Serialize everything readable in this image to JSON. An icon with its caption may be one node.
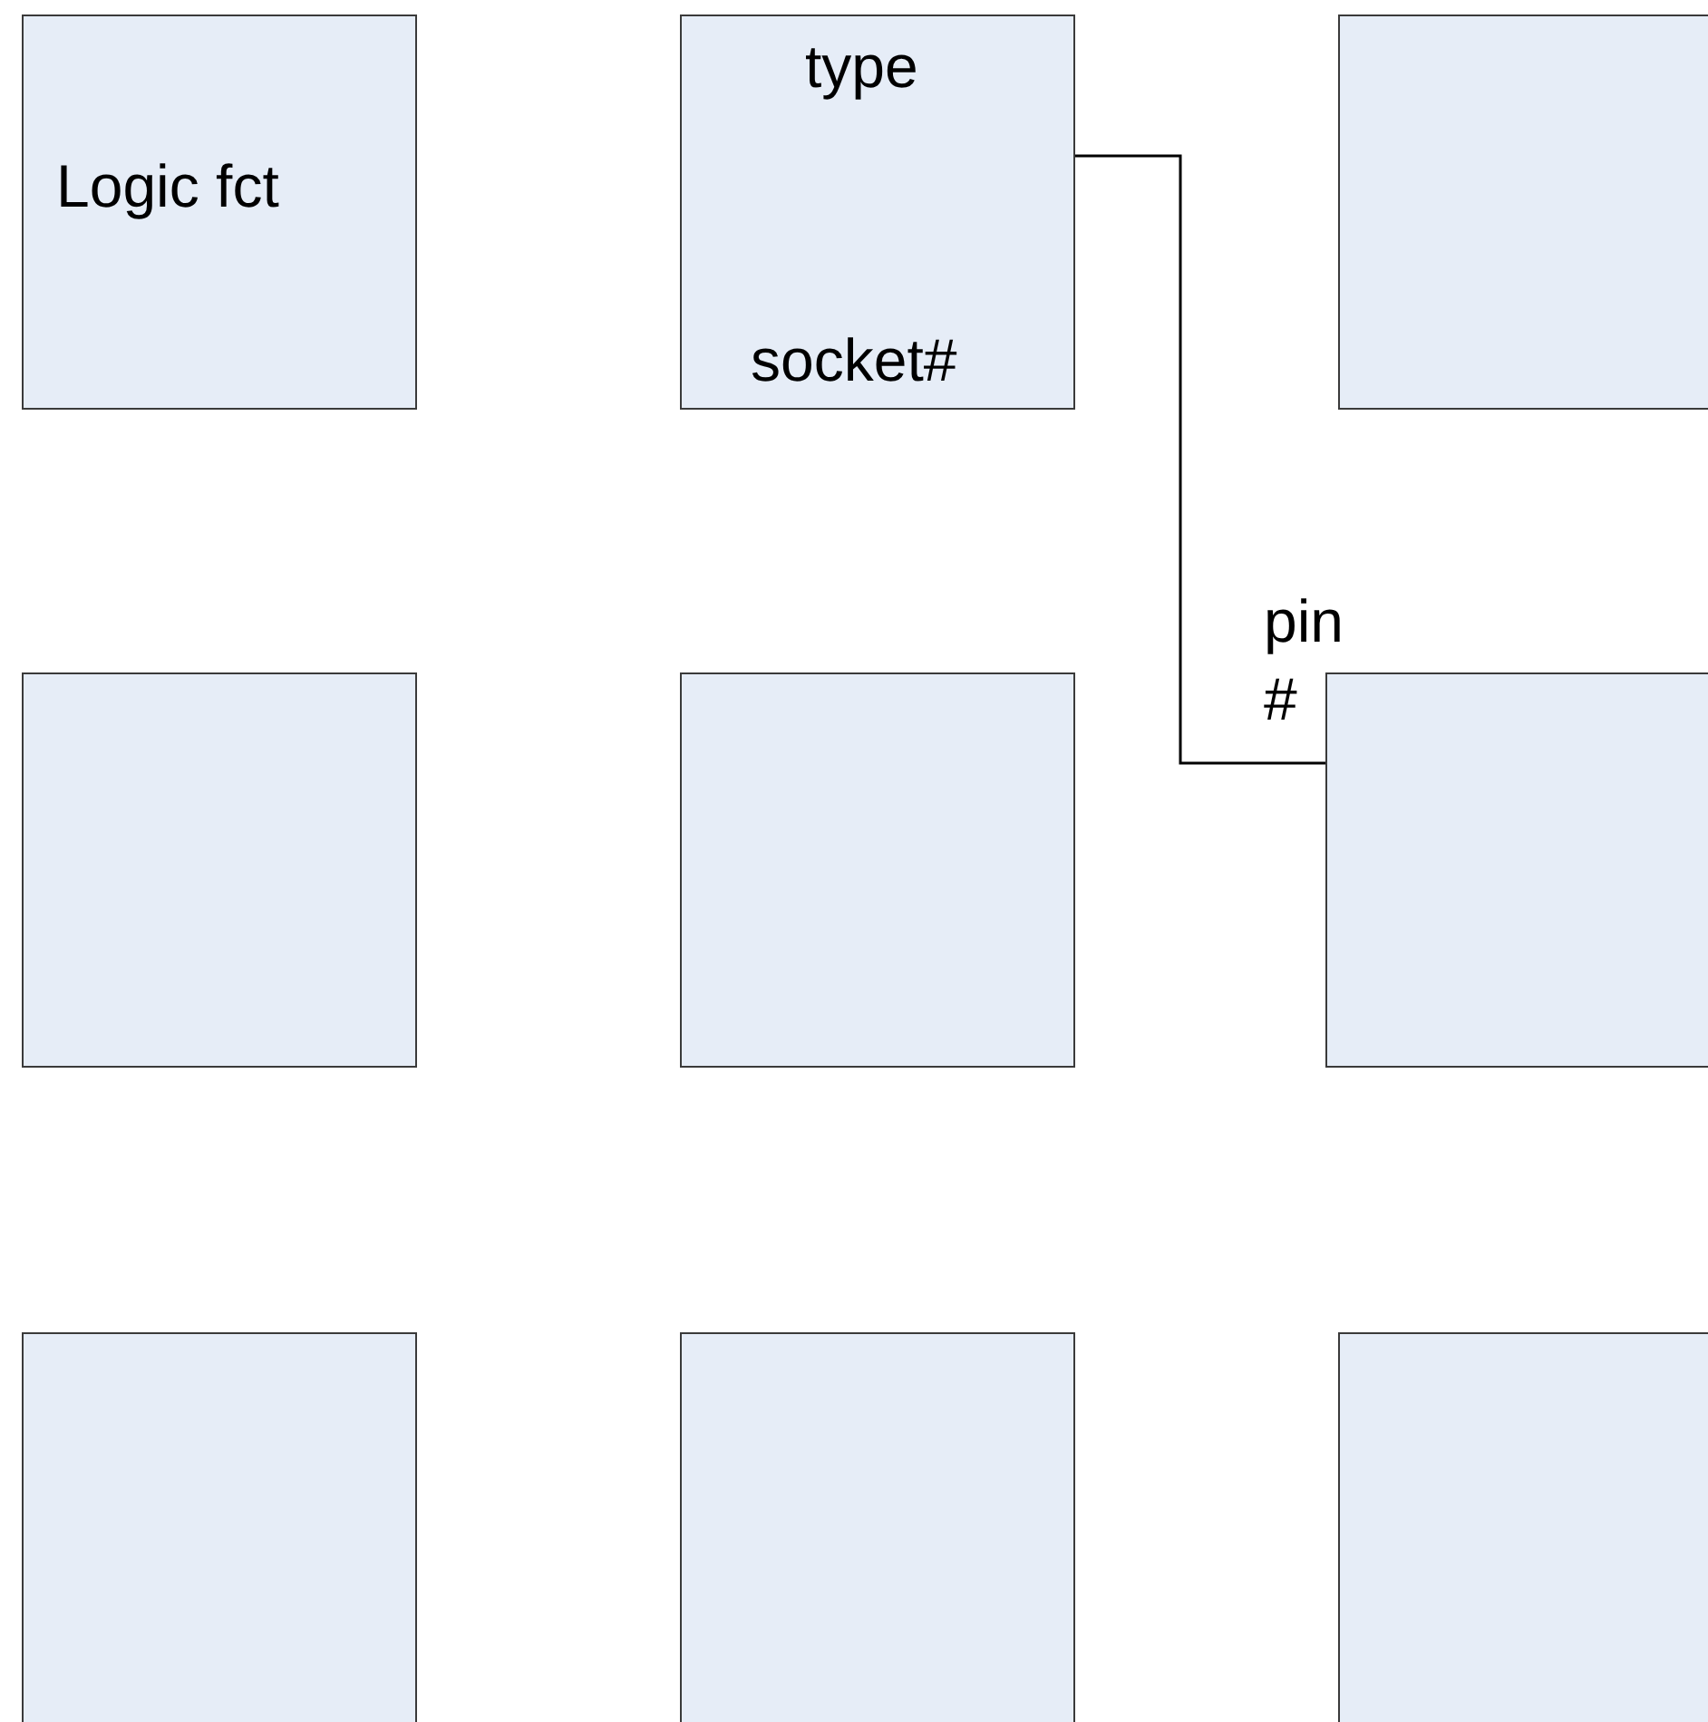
{
  "diagram": {
    "nodes": [
      {
        "text": [
          "Logic fct"
        ]
      },
      {
        "text": [
          "type",
          "socket#"
        ]
      },
      {
        "text": [],
        "shape": "box"
      },
      {
        "text": [],
        "shape": "box"
      },
      {
        "text": [],
        "shape": "box"
      },
      {
        "text": [],
        "shape": "box"
      },
      {
        "text": [],
        "shape": "box"
      },
      {
        "text": [],
        "shape": "box"
      },
      {
        "text": [],
        "shape": "box"
      }
    ],
    "edges": [
      {
        "from": 1,
        "to": 5,
        "arrow": "none",
        "label": "pin #"
      }
    ]
  }
}
